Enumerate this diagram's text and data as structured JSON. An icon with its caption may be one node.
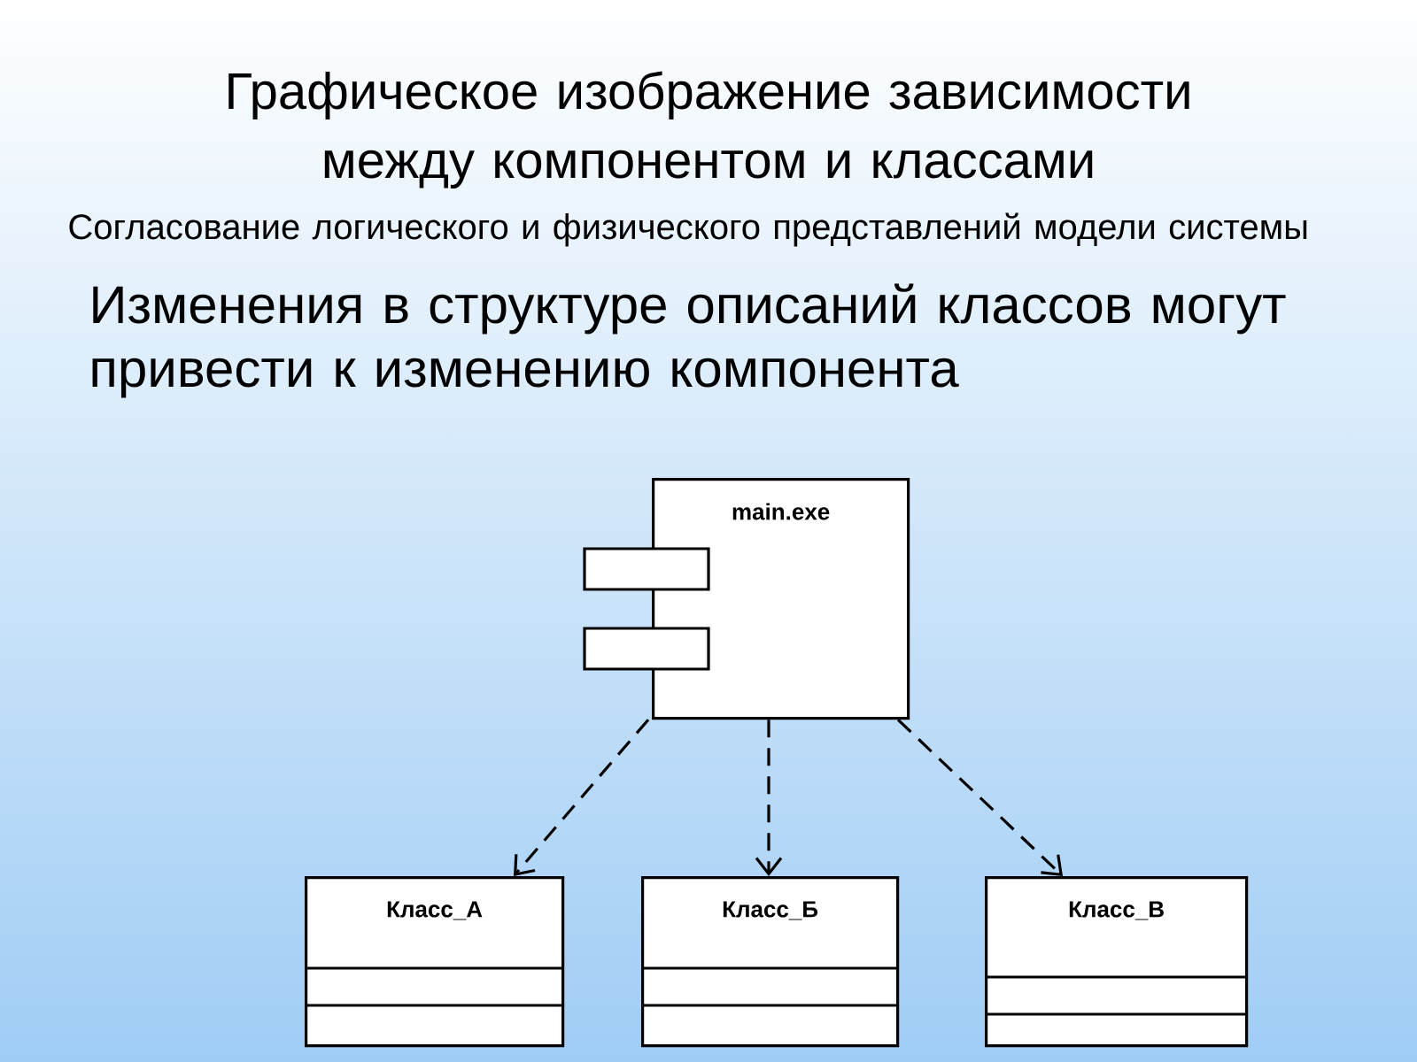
{
  "diagram": {
    "title": "Графическое изображение зависимости между компонентом и классами",
    "nodes": [
      {
        "text": [
          "main.exe"
        ]
      },
      {
        "text": [
          "Класс_А"
        ]
      },
      {
        "text": [
          "Класс_Б"
        ]
      },
      {
        "text": [
          "Класс_В"
        ]
      }
    ],
    "edges": [
      {
        "from": 0,
        "to": 1,
        "arrow": "to",
        "style": "dashed"
      },
      {
        "from": 0,
        "to": 2,
        "arrow": "to",
        "style": "dashed"
      },
      {
        "from": 0,
        "to": 3,
        "arrow": "to",
        "style": "dashed"
      }
    ],
    "labels": [
      "Согласование логического и физического представлений модели системы",
      "Изменения в структуре описаний классов могут привести к изменению компонента"
    ]
  }
}
